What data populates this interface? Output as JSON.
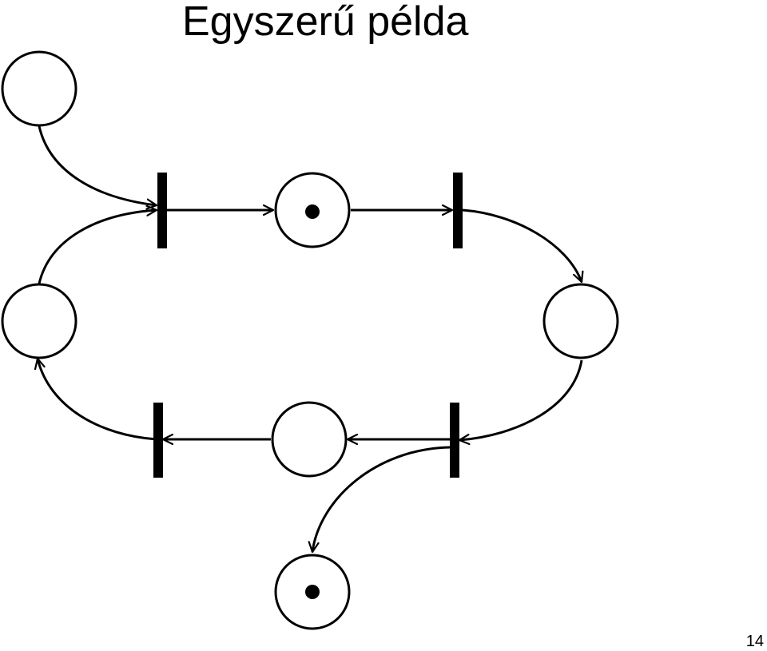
{
  "slide": {
    "title": "Egyszerű példa",
    "page_number": "14"
  },
  "petri_net": {
    "places": [
      {
        "id": "p-top-left",
        "tokens": 0
      },
      {
        "id": "p-top-middle",
        "tokens": 1
      },
      {
        "id": "p-right",
        "tokens": 0
      },
      {
        "id": "p-bottom-middle",
        "tokens": 0
      },
      {
        "id": "p-left",
        "tokens": 0
      },
      {
        "id": "p-bottom",
        "tokens": 1
      }
    ],
    "transitions": [
      {
        "id": "t-top-left"
      },
      {
        "id": "t-top-right"
      },
      {
        "id": "t-bottom-right"
      },
      {
        "id": "t-bottom-left"
      }
    ],
    "arcs": [
      {
        "from": "p-top-left",
        "to": "t-top-left"
      },
      {
        "from": "p-left",
        "to": "t-top-left"
      },
      {
        "from": "t-top-left",
        "to": "p-top-middle"
      },
      {
        "from": "p-top-middle",
        "to": "t-top-right"
      },
      {
        "from": "t-top-right",
        "to": "p-right"
      },
      {
        "from": "p-right",
        "to": "t-bottom-right"
      },
      {
        "from": "t-bottom-right",
        "to": "p-bottom-middle"
      },
      {
        "from": "t-bottom-right",
        "to": "p-bottom"
      },
      {
        "from": "p-bottom-middle",
        "to": "t-bottom-left"
      },
      {
        "from": "t-bottom-left",
        "to": "p-left"
      }
    ],
    "colors": {
      "stroke": "#000000",
      "fill": "#ffffff",
      "token": "#000000"
    }
  }
}
